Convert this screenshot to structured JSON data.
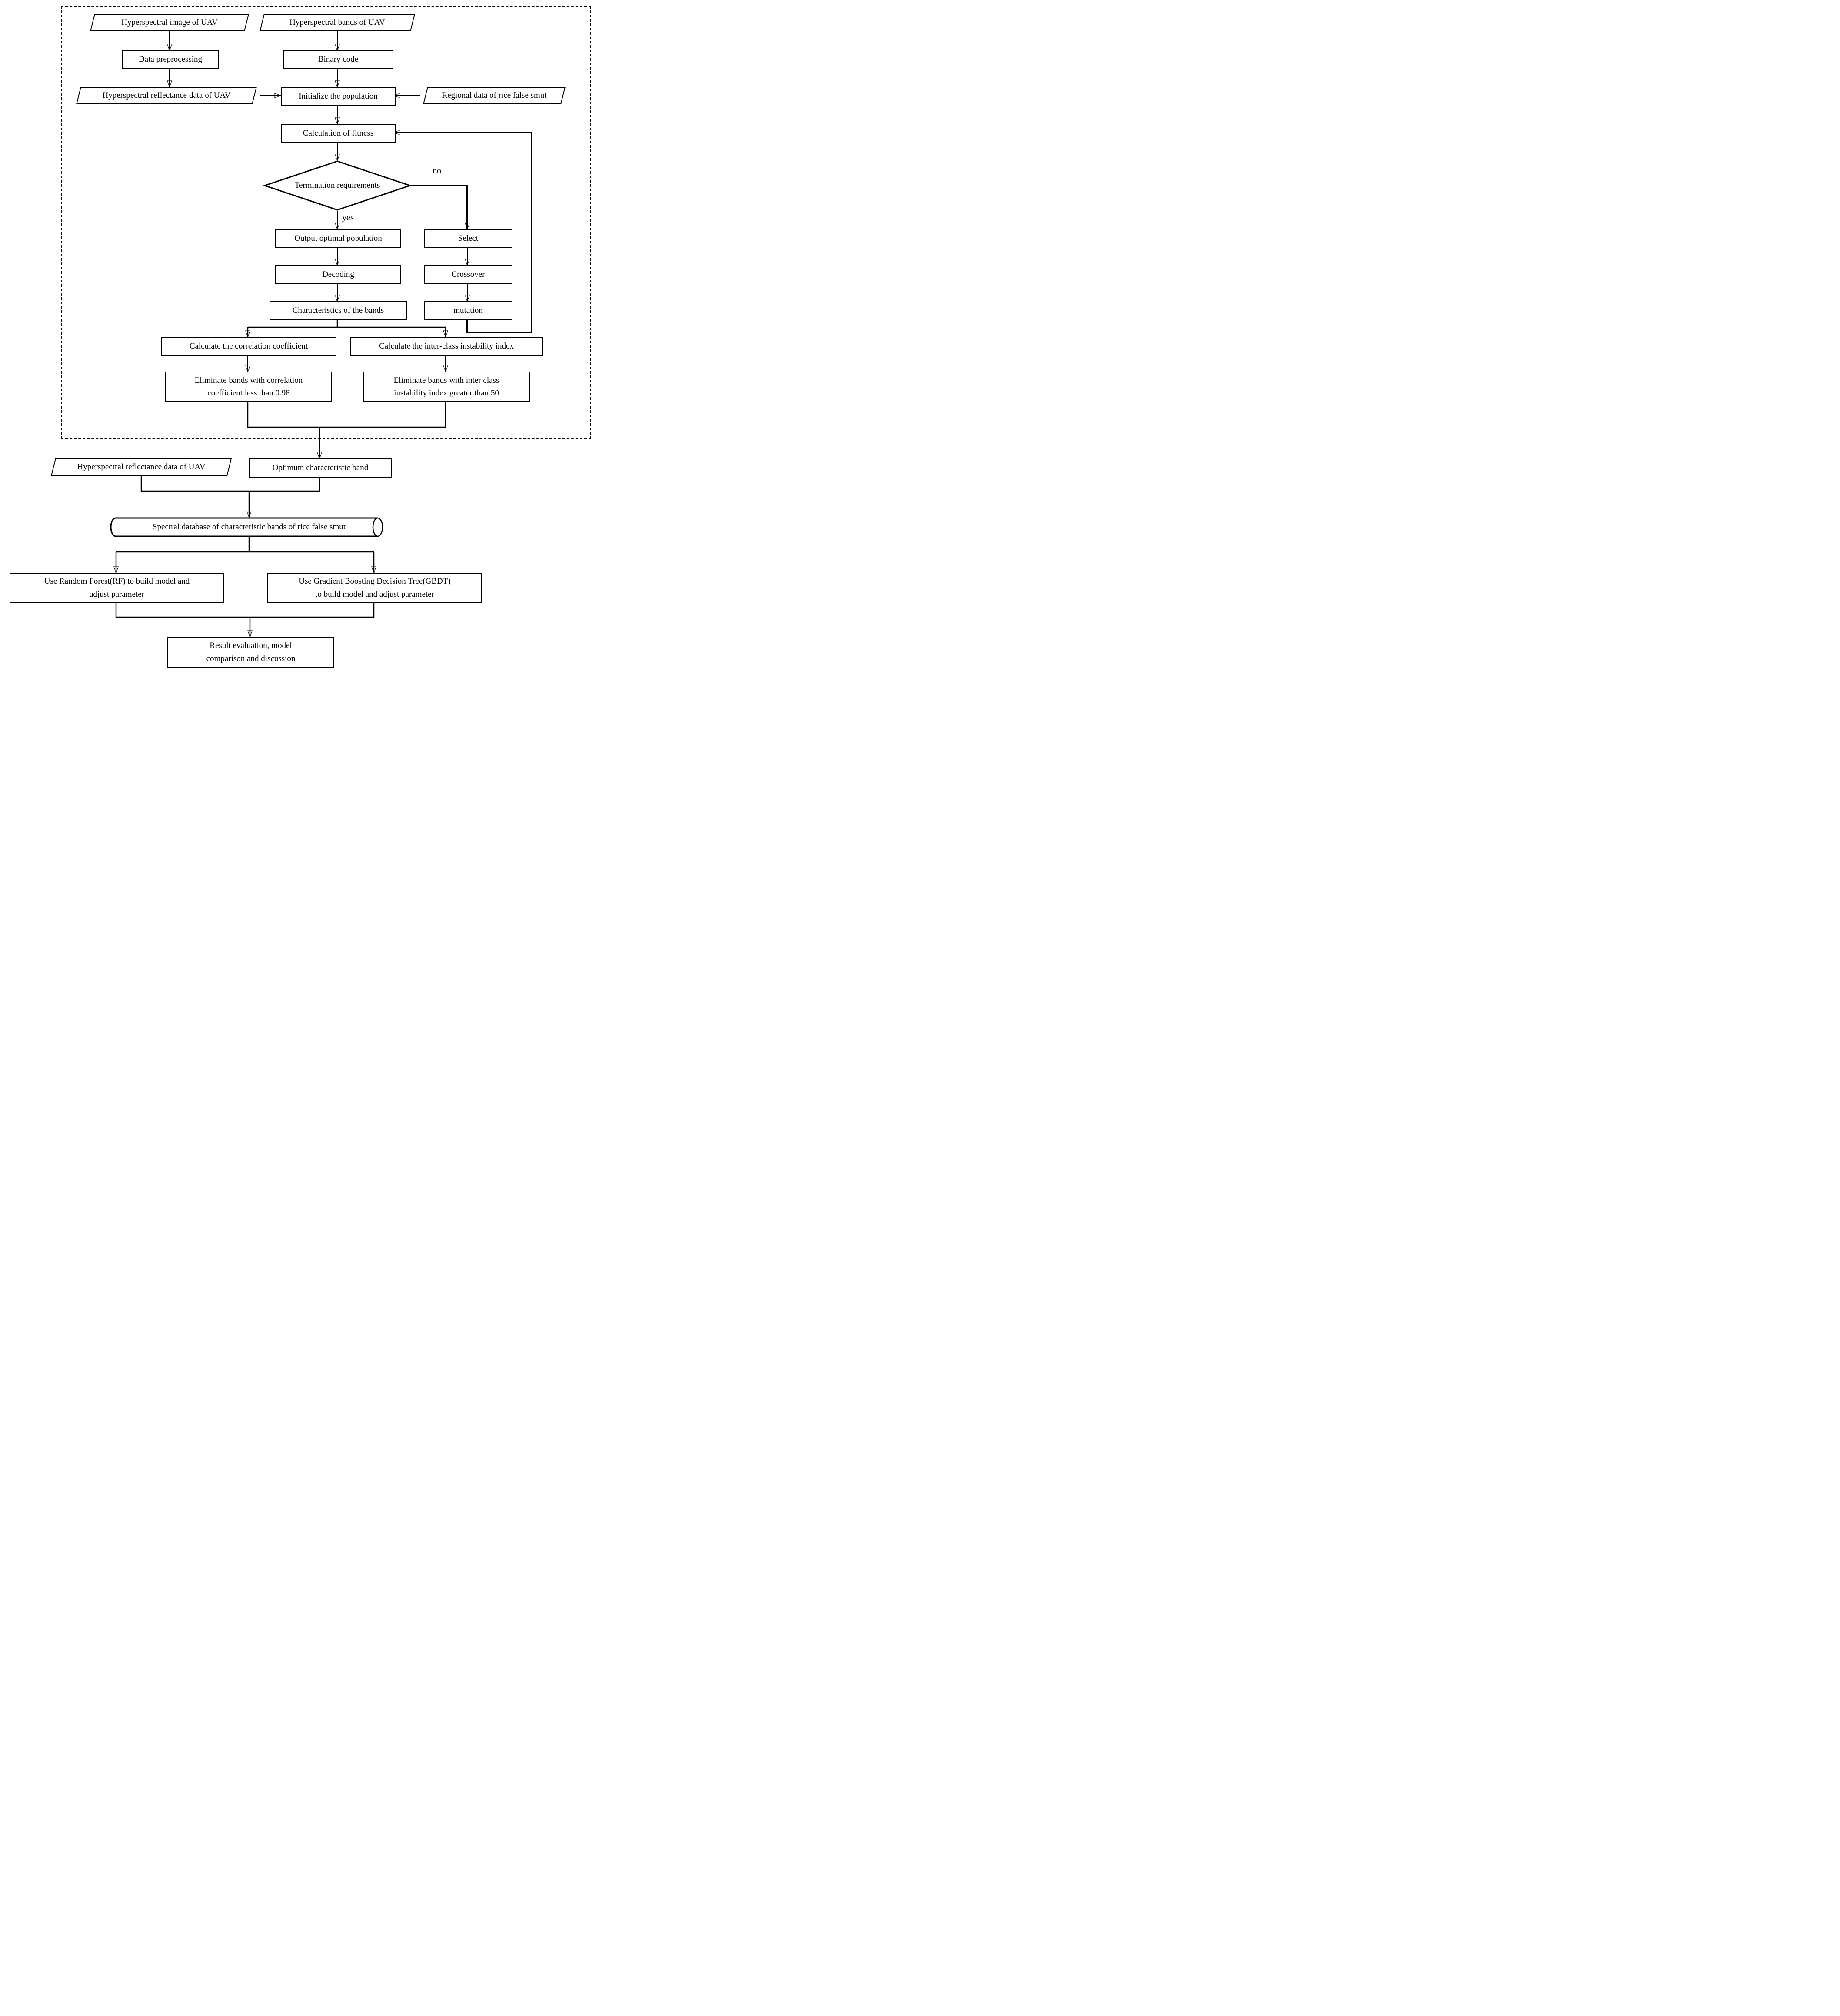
{
  "colors": {
    "line": "#000000",
    "background": "#ffffff",
    "text": "#000000"
  },
  "nodes": {
    "p_image": {
      "label": "Hyperspectral image of UAV"
    },
    "p_bands": {
      "label": "Hyperspectral bands of UAV"
    },
    "data_preprocessing": {
      "label": "Data preprocessing"
    },
    "binary_code": {
      "label": "Binary code"
    },
    "p_reflectance1": {
      "label": "Hyperspectral reflectance data of UAV"
    },
    "initialize": {
      "label": "Initialize the population"
    },
    "p_regional": {
      "label": "Regional data of rice false smut"
    },
    "fitness": {
      "label": "Calculation of fitness"
    },
    "termination": {
      "label": "Termination requirements"
    },
    "output_optimal": {
      "label": "Output optimal population"
    },
    "select": {
      "label": "Select"
    },
    "decoding": {
      "label": "Decoding"
    },
    "crossover": {
      "label": "Crossover"
    },
    "characteristics": {
      "label": "Characteristics of the bands"
    },
    "mutation": {
      "label": "mutation"
    },
    "calc_corr": {
      "label": "Calculate the correlation coefficient"
    },
    "calc_inter": {
      "label": "Calculate the inter-class instability index"
    },
    "elim_corr": {
      "lines": [
        "Eliminate bands with correlation",
        "coefficient less than 0.98"
      ]
    },
    "elim_inter": {
      "lines": [
        "Eliminate bands with inter class",
        "instability index greater than 50"
      ]
    },
    "p_reflectance2": {
      "label": "Hyperspectral reflectance data of UAV"
    },
    "optimum": {
      "label": "Optimum characteristic band"
    },
    "database": {
      "label": "Spectral database of characteristic bands of rice false smut"
    },
    "rf": {
      "lines": [
        "Use Random Forest(RF) to build model and",
        "adjust parameter"
      ]
    },
    "gbdt": {
      "lines": [
        "Use Gradient Boosting Decision Tree(GBDT)",
        "to build model and adjust parameter"
      ]
    },
    "result": {
      "lines": [
        "Result evaluation, model",
        "comparison and discussion"
      ]
    }
  },
  "edge_labels": {
    "no": "no",
    "yes": "yes"
  }
}
